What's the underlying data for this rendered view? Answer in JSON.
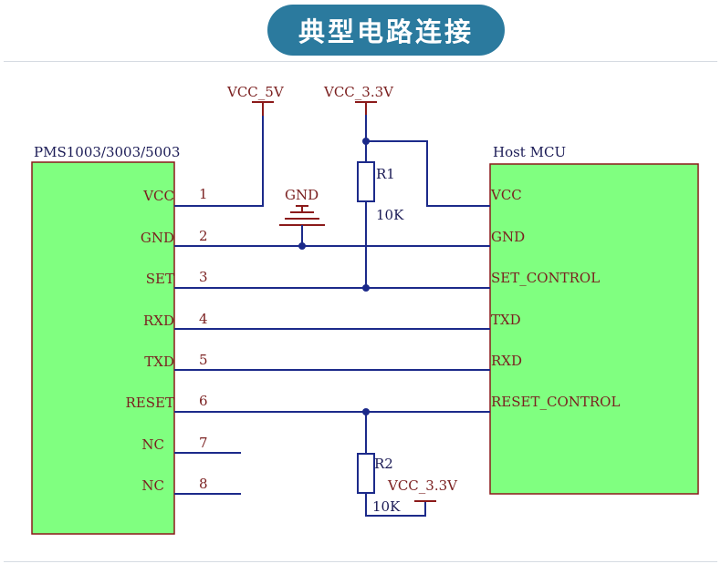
{
  "title": "典型电路连接",
  "left_chip": {
    "name": "PMS1003/3003/5003",
    "pins": [
      {
        "label": "VCC",
        "num": "1"
      },
      {
        "label": "GND",
        "num": "2"
      },
      {
        "label": "SET",
        "num": "3"
      },
      {
        "label": "RXD",
        "num": "4"
      },
      {
        "label": "TXD",
        "num": "5"
      },
      {
        "label": "RESET",
        "num": "6"
      },
      {
        "label": "NC",
        "num": "7"
      },
      {
        "label": "NC",
        "num": "8"
      }
    ]
  },
  "right_chip": {
    "name": "Host MCU",
    "pins": [
      "VCC",
      "GND",
      "SET_CONTROL",
      "TXD",
      "RXD",
      "RESET_CONTROL"
    ]
  },
  "supplies": {
    "vcc5": "VCC_5V",
    "vcc33_top": "VCC_3.3V",
    "vcc33_bottom": "VCC_3.3V",
    "gnd": "GND"
  },
  "resistors": {
    "r1_name": "R1",
    "r1_value": "10K",
    "r2_name": "R2",
    "r2_value": "10K"
  },
  "colors": {
    "chip_fill": "#80ff80",
    "wire": "#1c2a8a",
    "label": "#7a1f1f",
    "title_bg": "#2b7a9e"
  }
}
